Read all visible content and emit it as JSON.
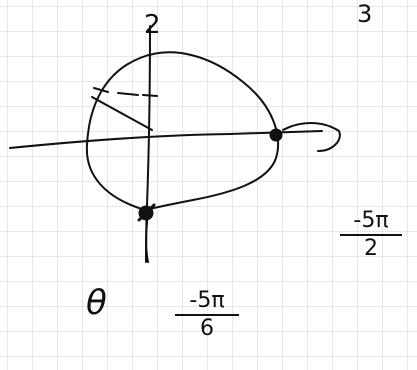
{
  "labels": {
    "corner_number": "3",
    "axis_top": "2",
    "lower_left": "θ"
  },
  "fractions": {
    "right": {
      "numerator": "-5π",
      "denominator": "2"
    },
    "bottom": {
      "numerator": "-5π",
      "denominator": "6"
    }
  },
  "colors": {
    "ink": "#111111",
    "grid": "#969696",
    "paper": "#ffffff"
  }
}
